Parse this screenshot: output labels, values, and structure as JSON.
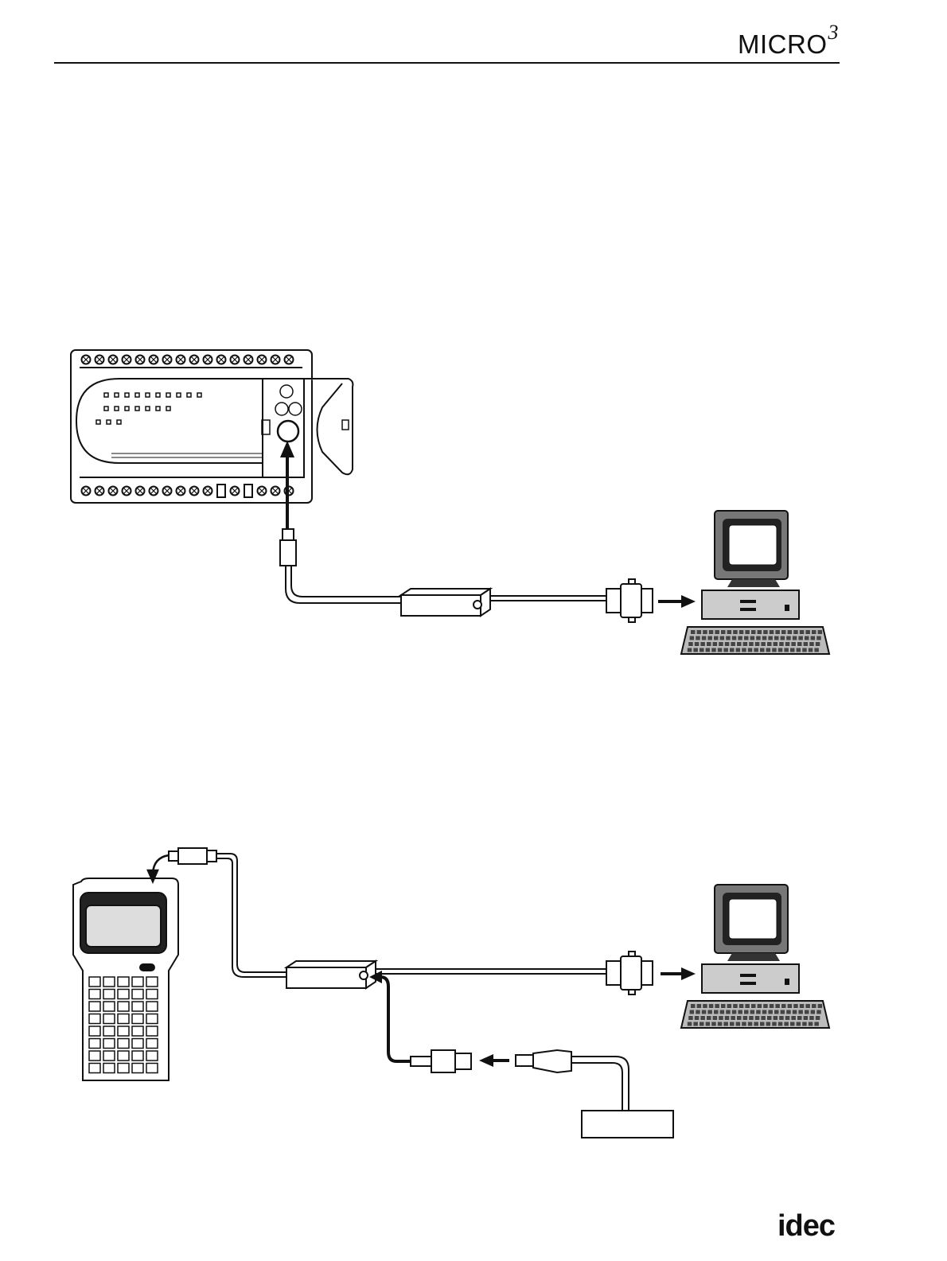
{
  "header": {
    "logo_text": "MICRO",
    "logo_superscript": "3"
  },
  "footer": {
    "brand_text": "idec"
  }
}
